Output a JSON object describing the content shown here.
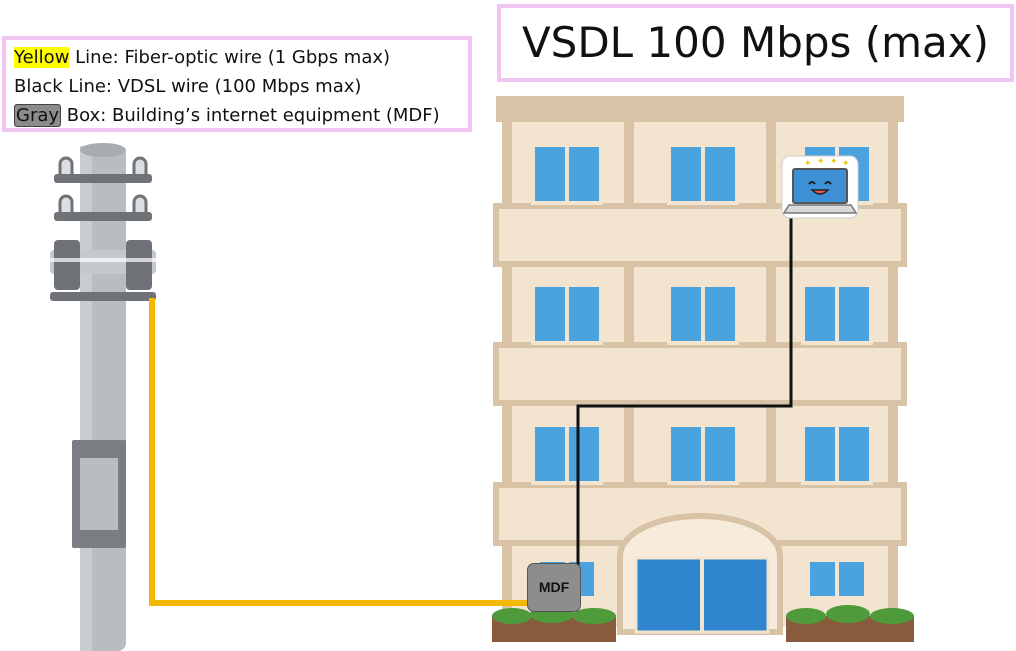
{
  "legend": {
    "line1_highlight": "Yellow",
    "line1_rest": " Line: Fiber-optic wire (1 Gbps max)",
    "line2": "Black Line: VDSL wire (100 Mbps max)",
    "line3_highlight": "Gray",
    "line3_rest": " Box: Building’s internet equipment (MDF)"
  },
  "title": "VSDL 100 Mbps (max)",
  "mdf_label": "MDF",
  "icons": {
    "pole": "utility-pole-icon",
    "building": "apartment-building-icon",
    "laptop": "smiling-laptop-icon"
  },
  "colors": {
    "fiber_line": "#f5b800",
    "vdsl_line": "#111111",
    "mdf_box": "#8d8d8d",
    "window": "#4aa3de",
    "door": "#2f86cf",
    "wall": "#f2e4ce",
    "frame": "#d8c3a6",
    "pole": "#b9bcc0",
    "label_border": "#f2c4f2",
    "highlight_yellow": "#ffff00"
  }
}
